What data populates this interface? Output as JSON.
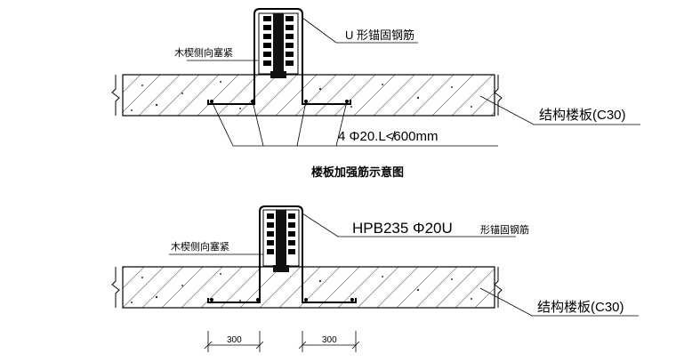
{
  "top_figure": {
    "label_anchor": "U 形锚固钢筋",
    "label_wedge": "木楔侧向塞紧",
    "label_slab": "结构楼板(C30)",
    "label_rebar": "4 Φ20.L≮600mm"
  },
  "caption": "楼板加强筋示意图",
  "bottom_figure": {
    "label_anchor_code": "HPB235 Φ20U",
    "label_anchor_text": "形锚固钢筋",
    "label_wedge": "木楔侧向塞紧",
    "label_slab": "结构楼板(C30)",
    "dim_left": "300",
    "dim_right": "300"
  }
}
